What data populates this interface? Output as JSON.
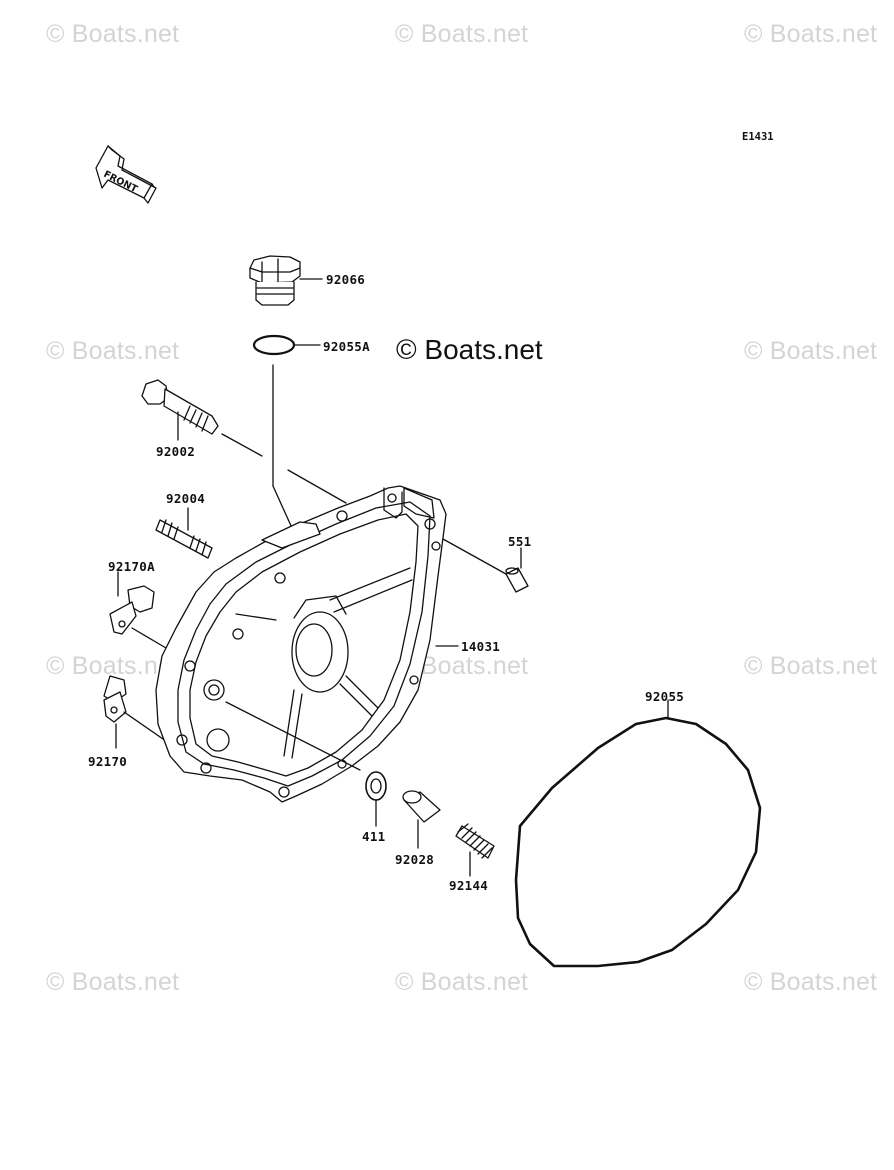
{
  "watermark": "© Boats.net",
  "diagram_code": "E1431",
  "front_label": "FRONT",
  "parts": {
    "p92066": "92066",
    "p92055A": "92055A",
    "p92002": "92002",
    "p92004": "92004",
    "p551": "551",
    "p92170A": "92170A",
    "p14031": "14031",
    "p92055": "92055",
    "p92170": "92170",
    "p411": "411",
    "p92028": "92028",
    "p92144": "92144"
  }
}
